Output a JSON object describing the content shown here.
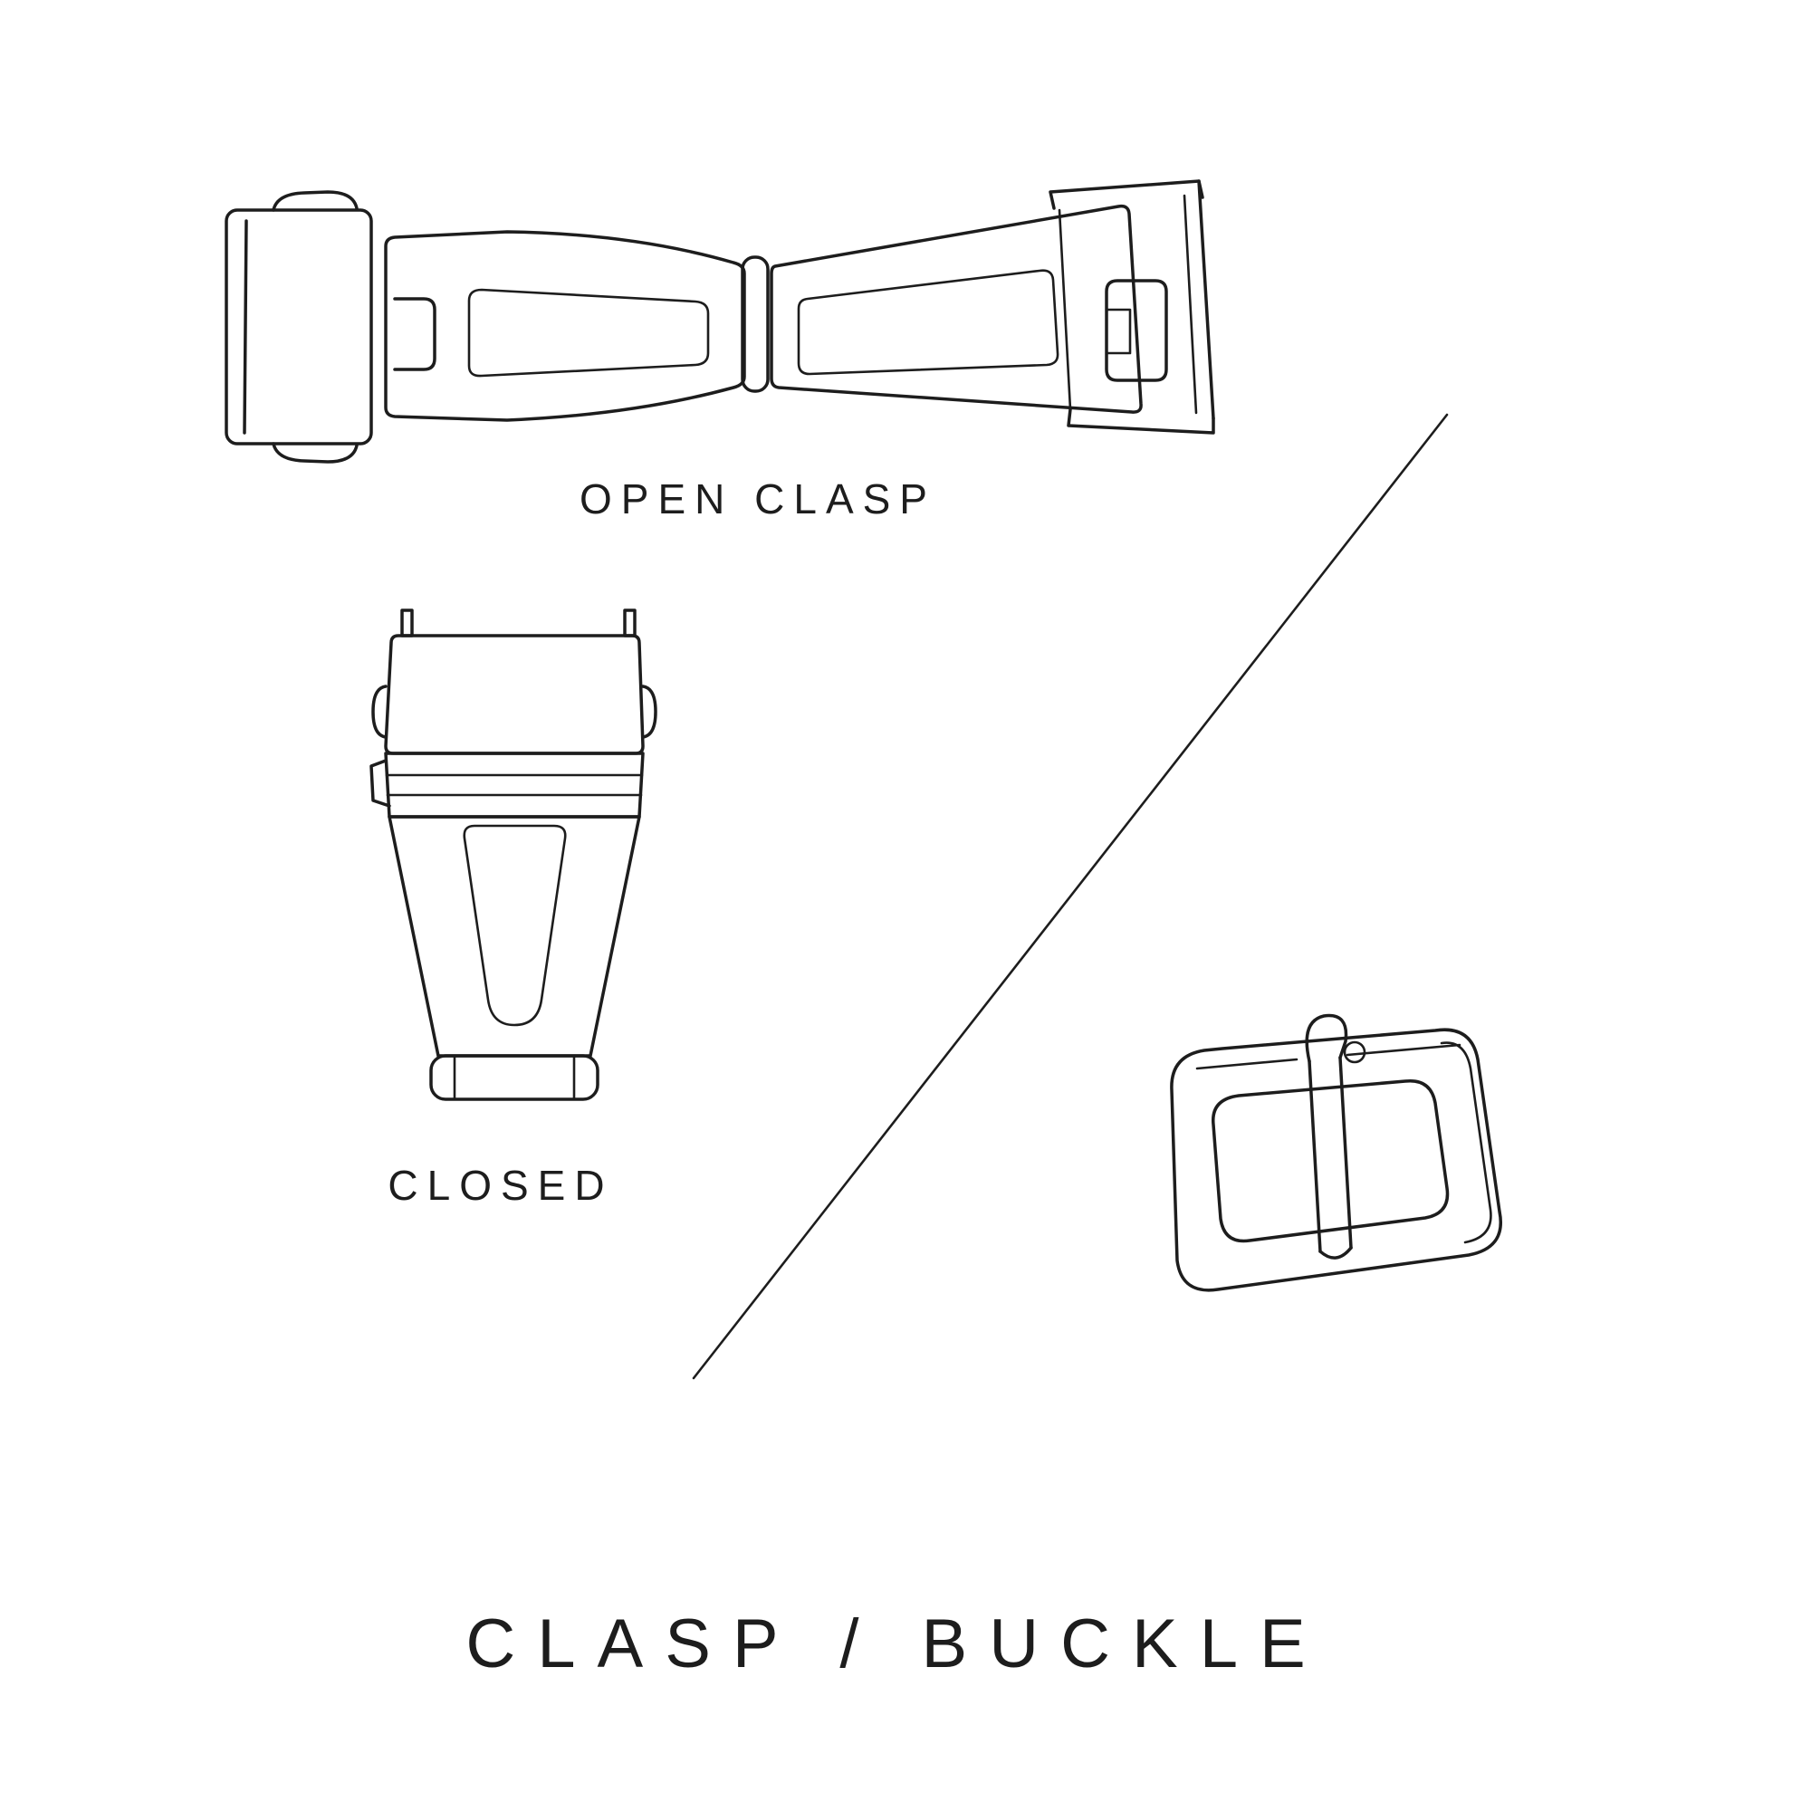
{
  "page": {
    "title": "CLASP / BUCKLE",
    "background_color": "#ffffff",
    "line_color": "#1d1d1d"
  },
  "figures": {
    "open_clasp": {
      "label": "OPEN CLASP",
      "illustration": "open-deployant-clasp-line-art"
    },
    "closed_clasp": {
      "label": "CLOSED",
      "illustration": "closed-deployant-clasp-line-art"
    },
    "buckle": {
      "illustration": "tang-buckle-line-art"
    },
    "divider": {
      "illustration": "diagonal-divider-line"
    }
  }
}
